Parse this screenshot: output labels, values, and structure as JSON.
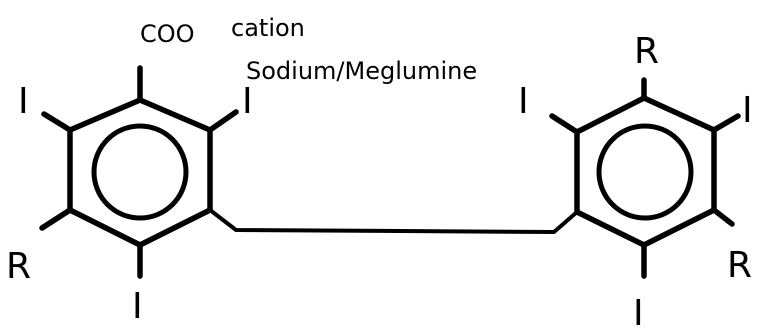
{
  "labels": {
    "left_top_group": "COO",
    "cation": "cation",
    "cation_type": "Sodium/Meglumine",
    "left_iodine_upper_left": "I",
    "left_iodine_upper_right": "I",
    "left_r_lower_left": "R",
    "left_iodine_bottom": "I",
    "right_r_top": "R",
    "right_iodine_upper_left": "I",
    "right_iodine_upper_right": "I",
    "right_r_lower_right": "R",
    "right_iodine_bottom": "I"
  },
  "colors": {
    "stroke": "#000000",
    "background": "#ffffff"
  }
}
